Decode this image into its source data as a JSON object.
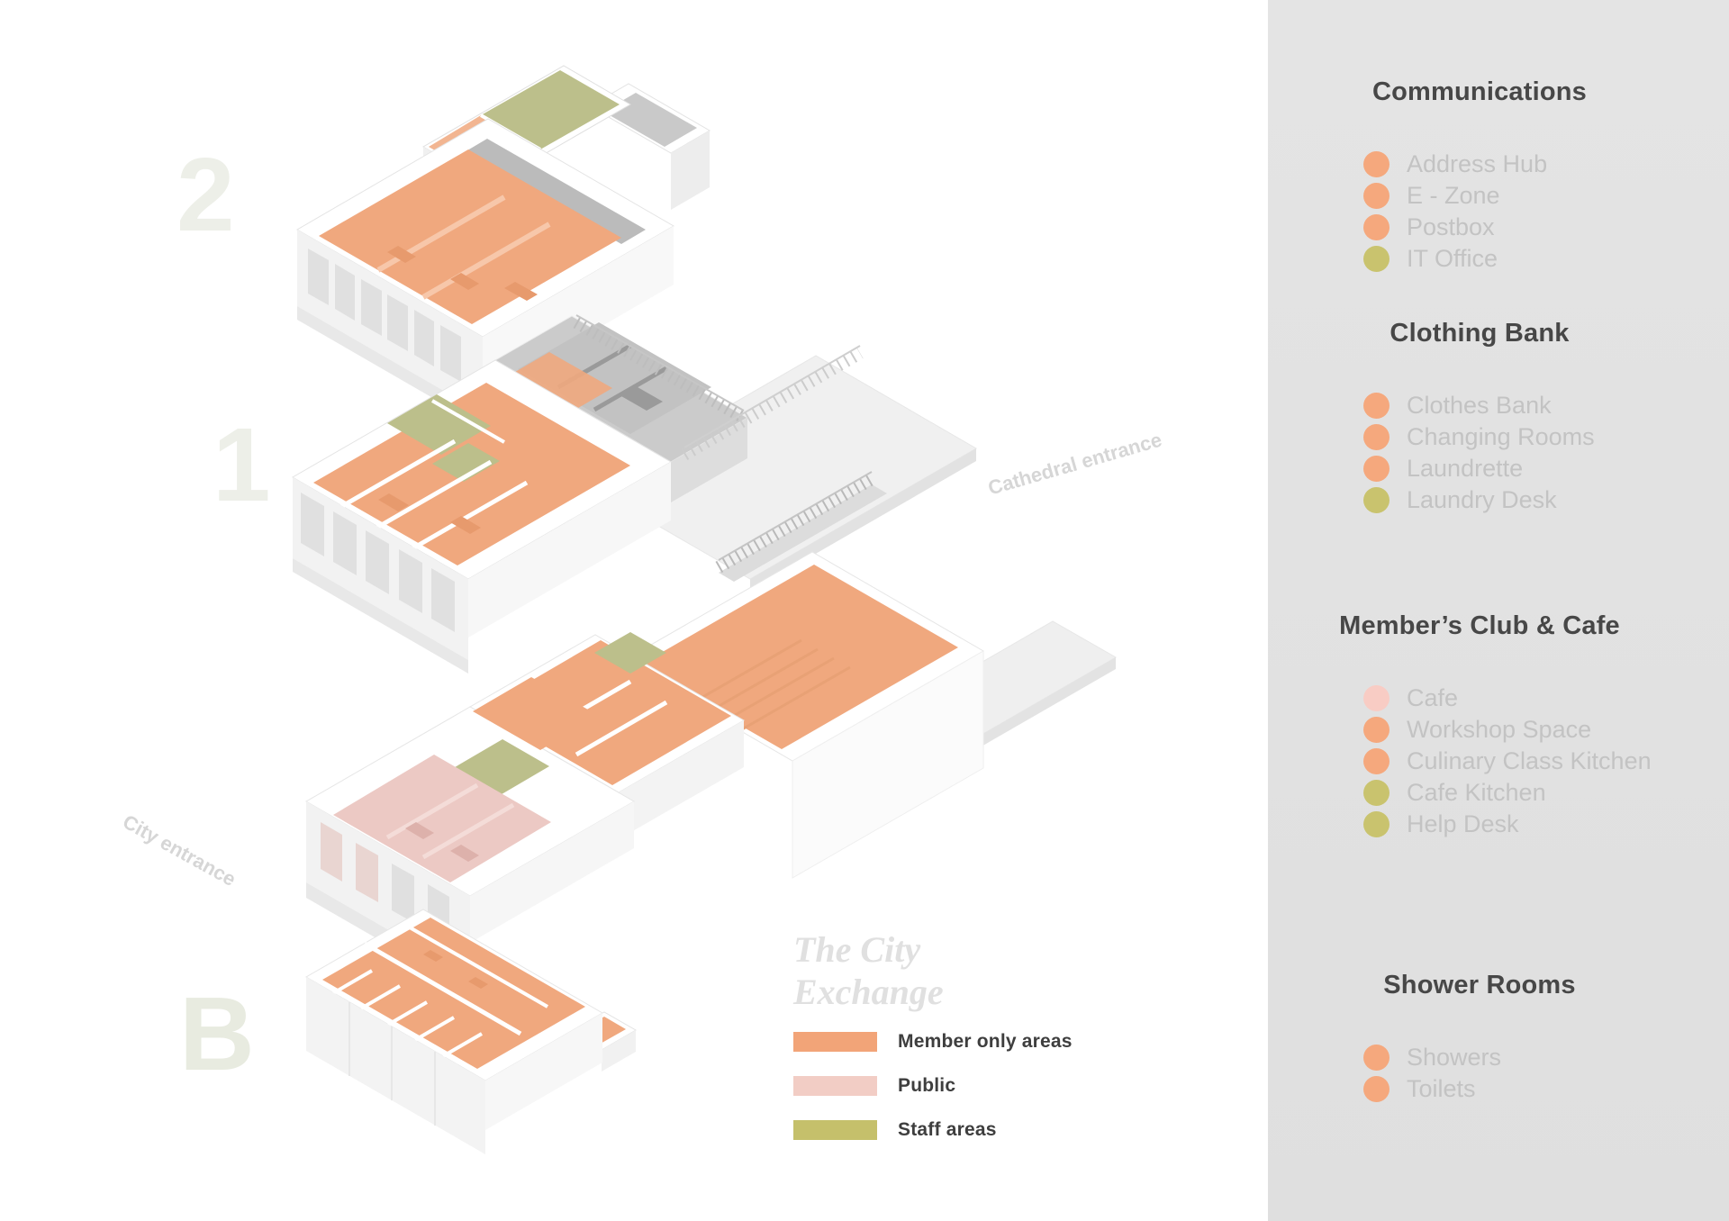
{
  "title": {
    "line1": "The City",
    "line2": "Exchange"
  },
  "floors": [
    {
      "label": "2"
    },
    {
      "label": "1"
    },
    {
      "label": "B"
    }
  ],
  "entrances": {
    "cathedral": "Cathedral entrance",
    "city": "City entrance"
  },
  "legend": {
    "items": [
      {
        "label": "Member only areas",
        "color": "#f2a478"
      },
      {
        "label": "Public",
        "color": "#f2cdc5"
      },
      {
        "label": "Staff areas",
        "color": "#c5c06b"
      }
    ]
  },
  "sidebar": {
    "background": "#e3e3e3",
    "sections": [
      {
        "title": "Communications",
        "items": [
          {
            "label": "Address Hub",
            "color": "#f5a87d"
          },
          {
            "label": "E - Zone",
            "color": "#f5a87d"
          },
          {
            "label": "Postbox",
            "color": "#f5a87d"
          },
          {
            "label": "IT Office",
            "color": "#c9c36e"
          }
        ]
      },
      {
        "title": "Clothing Bank",
        "items": [
          {
            "label": "Clothes Bank",
            "color": "#f5a87d"
          },
          {
            "label": "Changing Rooms",
            "color": "#f5a87d"
          },
          {
            "label": "Laundrette",
            "color": "#f5a87d"
          },
          {
            "label": "Laundry Desk",
            "color": "#c9c36e"
          }
        ]
      },
      {
        "title": "Member’s Club & Cafe",
        "items": [
          {
            "label": "Cafe",
            "color": "#f8ccc4"
          },
          {
            "label": "Workshop Space",
            "color": "#f5a87d"
          },
          {
            "label": "Culinary Class Kitchen",
            "color": "#f5a87d"
          },
          {
            "label": "Cafe Kitchen",
            "color": "#c9c36e"
          },
          {
            "label": "Help Desk",
            "color": "#c9c36e"
          }
        ]
      },
      {
        "title": "Shower Rooms",
        "items": [
          {
            "label": "Showers",
            "color": "#f5a87d"
          },
          {
            "label": "Toilets",
            "color": "#f5a87d"
          }
        ]
      }
    ]
  }
}
